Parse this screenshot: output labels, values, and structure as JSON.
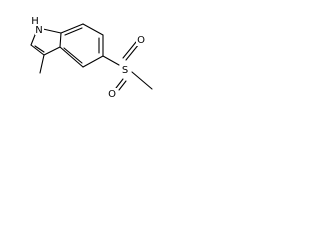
{
  "molecule": {
    "atoms": {
      "nh": "H",
      "n": "N",
      "s": "S",
      "o_top": "O",
      "o_bottom": "O"
    }
  }
}
